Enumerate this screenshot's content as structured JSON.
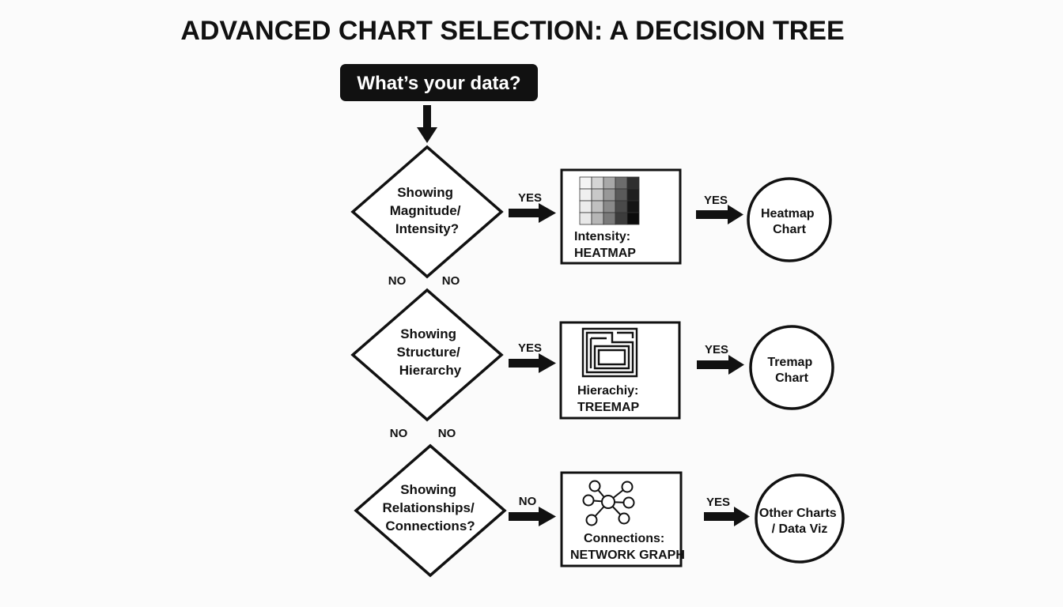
{
  "title": "ADVANCED CHART SELECTION: A DECISION TREE",
  "start": {
    "label": "What’s your data?"
  },
  "questions": [
    {
      "lines": [
        "Showing",
        "Magnitude/",
        "Intensity?"
      ]
    },
    {
      "lines": [
        "Showing",
        "Structure/",
        "Hierarchy"
      ]
    },
    {
      "lines": [
        "Showing",
        "Relationships/",
        "Connections?"
      ]
    }
  ],
  "charts": [
    {
      "lines": [
        "Intensity:",
        "HEATMAP"
      ],
      "icon": "heatmap-icon"
    },
    {
      "lines": [
        "Hierachiy:",
        "TREEMAP"
      ],
      "icon": "treemap-icon"
    },
    {
      "lines": [
        "Connections:",
        "NETWORK GRAPH"
      ],
      "icon": "network-graph-icon"
    }
  ],
  "results": [
    {
      "lines": [
        "Heatmap",
        "Chart"
      ]
    },
    {
      "lines": [
        "Tremap",
        "Chart"
      ]
    },
    {
      "lines": [
        "Other Charts",
        "/ Data Viz"
      ]
    }
  ],
  "edges": {
    "q_to_chart": [
      "YES",
      "YES",
      "NO"
    ],
    "chart_to_result": [
      "YES",
      "YES",
      "YES"
    ],
    "down_1": [
      "NO",
      "NO"
    ],
    "down_2": [
      "NO",
      "NO"
    ]
  },
  "colors": {
    "ink": "#111111",
    "background": "#fbfbfb",
    "start_text": "#ffffff"
  }
}
